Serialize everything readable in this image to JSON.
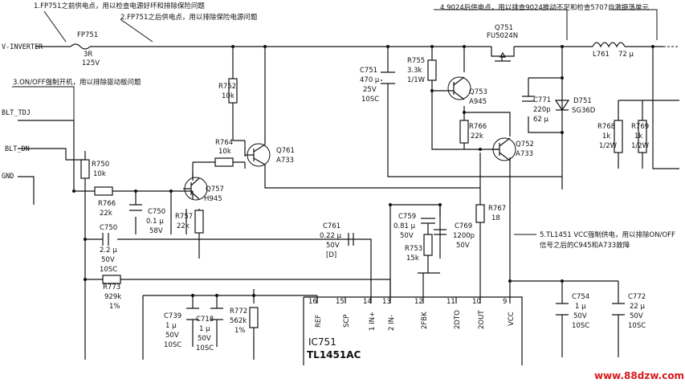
{
  "annotations": {
    "a1": "1.FP751之前供电点，用以检查电源好坏和排除保险问题",
    "a2": "2.FP751之后供电点，用以排除保险电源问题",
    "a3": "3.ON/OFF强制开机，用以排除驱动板问题",
    "a4": "4.9024后供电点，用以排查9024推动不足和检查5707自激振荡单元",
    "a5_line1": "5.TL1451 VCC强制供电，用以排除ON/OFF",
    "a5_line2": "信号之后的C945和A733故障"
  },
  "nets": {
    "vinv": "V-INVERTER",
    "blt_tdj": "BLT_TDJ",
    "blt_dn": "BLT_DN",
    "gnd": "GND"
  },
  "components": {
    "fp751": [
      "FP751",
      "3R",
      "125V"
    ],
    "q751": [
      "Q751",
      "FU5024N"
    ],
    "l761": [
      "L761",
      "72 µ"
    ],
    "r755": [
      "R755",
      "3.3k",
      "1/1W"
    ],
    "c751": [
      "C751",
      "470 µ",
      "25V",
      "10SC"
    ],
    "q753": [
      "Q753",
      "A945"
    ],
    "r766b": [
      "R766",
      "22k"
    ],
    "q752": [
      "Q752",
      "A733"
    ],
    "c771": [
      "C771",
      "220p",
      "62 µ"
    ],
    "d751": [
      "D751",
      "SG36D"
    ],
    "r768": [
      "R768",
      "1k",
      "1/2W"
    ],
    "r769": [
      "R769",
      "1k",
      "1/2W"
    ],
    "r752": [
      "R752",
      "10k"
    ],
    "r764": [
      "R764",
      "10k"
    ],
    "q761": [
      "Q761",
      "A733"
    ],
    "q757": [
      "Q757",
      "H945"
    ],
    "r750": [
      "R750",
      "10k"
    ],
    "r766a": [
      "R766",
      "22k"
    ],
    "c750a": [
      "C750",
      "0.1 µ",
      "58V"
    ],
    "r757": [
      "R757",
      "22k"
    ],
    "c750b": [
      "C750",
      "2.2 µ",
      "50V",
      "10SC"
    ],
    "r773": [
      "R773",
      "929k",
      "1%"
    ],
    "c761": [
      "C761",
      "0.22 µ",
      "50V",
      "[D]"
    ],
    "c759": [
      "C759",
      "0.81 µ",
      "50V"
    ],
    "r753": [
      "R753",
      "15k"
    ],
    "c769": [
      "C769",
      "1200p",
      "50V"
    ],
    "r767": [
      "R767",
      "18"
    ],
    "c739": [
      "C739",
      "1 µ",
      "50V",
      "10SC"
    ],
    "c718": [
      "C718",
      "1 µ",
      "50V",
      "10SC"
    ],
    "r772": [
      "R772",
      "562k",
      "1%"
    ],
    "c754": [
      "C754",
      "1 µ",
      "50V",
      "10SC"
    ],
    "c772": [
      "C772",
      "22 µ",
      "50V",
      "10SC"
    ]
  },
  "ic": {
    "ref": "IC751",
    "part": "TL1451AC",
    "pins": [
      {
        "num": "16",
        "name": "REF"
      },
      {
        "num": "15",
        "name": "SCP"
      },
      {
        "num": "14",
        "name": "1 IN+"
      },
      {
        "num": "13",
        "name": "2 IN-"
      },
      {
        "num": "12",
        "name": "2FBK"
      },
      {
        "num": "11",
        "name": "2DTO"
      },
      {
        "num": "10",
        "name": "2OUT"
      },
      {
        "num": "9",
        "name": "VCC"
      }
    ]
  },
  "watermark": "www.88dzw.com"
}
